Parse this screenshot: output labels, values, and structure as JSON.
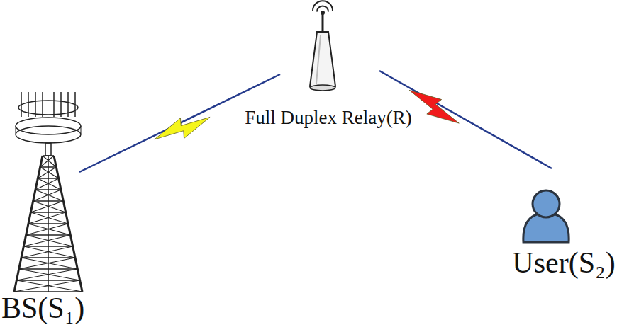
{
  "diagram": {
    "nodes": [
      {
        "text": [
          "BS(S₁)"
        ]
      },
      {
        "text": [
          "Full Duplex Relay(R)"
        ]
      },
      {
        "text": [
          "User(S₂)"
        ]
      }
    ],
    "edges": [
      {
        "from": 0,
        "to": 1,
        "arrow": "none"
      },
      {
        "from": 1,
        "to": 2,
        "arrow": "none"
      }
    ]
  }
}
